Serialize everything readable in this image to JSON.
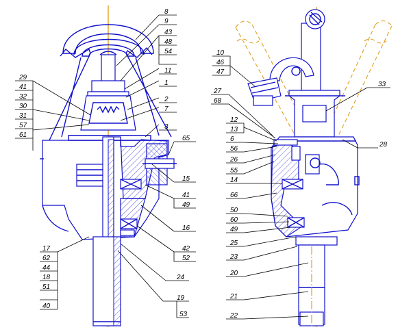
{
  "colors": {
    "outline": "#1010cc",
    "centerline": "#e0a020",
    "leader": "#000000",
    "background": "#ffffff"
  },
  "left_view": {
    "callouts": {
      "top_right": [
        "8",
        "9",
        "43",
        "48",
        "54",
        "11",
        "1",
        "2",
        "7",
        "3",
        "65",
        "15",
        "41",
        "49",
        "16",
        "42",
        "52",
        "24",
        "19",
        "53"
      ],
      "left_upper": [
        "29",
        "41",
        "32",
        "30",
        "31",
        "57",
        "61"
      ],
      "left_lower": [
        "17",
        "62",
        "44",
        "18",
        "51",
        "40"
      ]
    }
  },
  "right_view": {
    "callouts": {
      "top_left": [
        "10",
        "46",
        "47",
        "27",
        "68",
        "12",
        "13"
      ],
      "left_mid": [
        "6",
        "56",
        "26",
        "55",
        "14",
        "66",
        "50",
        "60",
        "49",
        "25",
        "23",
        "20",
        "21",
        "22"
      ],
      "right": [
        "33",
        "28"
      ]
    }
  }
}
